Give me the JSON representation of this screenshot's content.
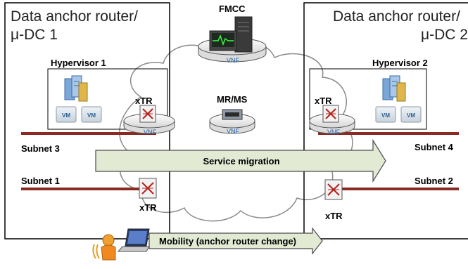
{
  "left_box": {
    "title_line1": "Data anchor router/",
    "title_line2": "μ-DC 1"
  },
  "right_box": {
    "title_line1": "Data anchor router/",
    "title_line2": "μ-DC 2"
  },
  "fmcc": {
    "label": "FMCC",
    "vnf": "VNF"
  },
  "mrms": {
    "label": "MR/MS",
    "vnf": "VNF"
  },
  "hypervisor1": {
    "label": "Hypervisor 1",
    "vm1": "VM",
    "vm2": "VM"
  },
  "hypervisor2": {
    "label": "Hypervisor 2",
    "vm1": "VM",
    "vm2": "VM"
  },
  "xtr_left_upper": {
    "label": "xTR",
    "vnf": "VNF"
  },
  "xtr_right_upper": {
    "label": "xTR",
    "vnf": "VNF"
  },
  "xtr_left_lower": {
    "label": "xTR"
  },
  "xtr_right_lower": {
    "label": "xTR"
  },
  "subnets": {
    "s1": "Subnet 1",
    "s2": "Subnet 2",
    "s3": "Subnet 3",
    "s4": "Subnet 4"
  },
  "arrows": {
    "service_migration": "Service migration",
    "mobility": "Mobility (anchor router change)"
  },
  "colors": {
    "subnet_line": "#8b2a22",
    "arrow_fill": "#e2ead4",
    "arrow_stroke": "#4b4b4b",
    "cloud_stroke": "#8a8a8a"
  }
}
